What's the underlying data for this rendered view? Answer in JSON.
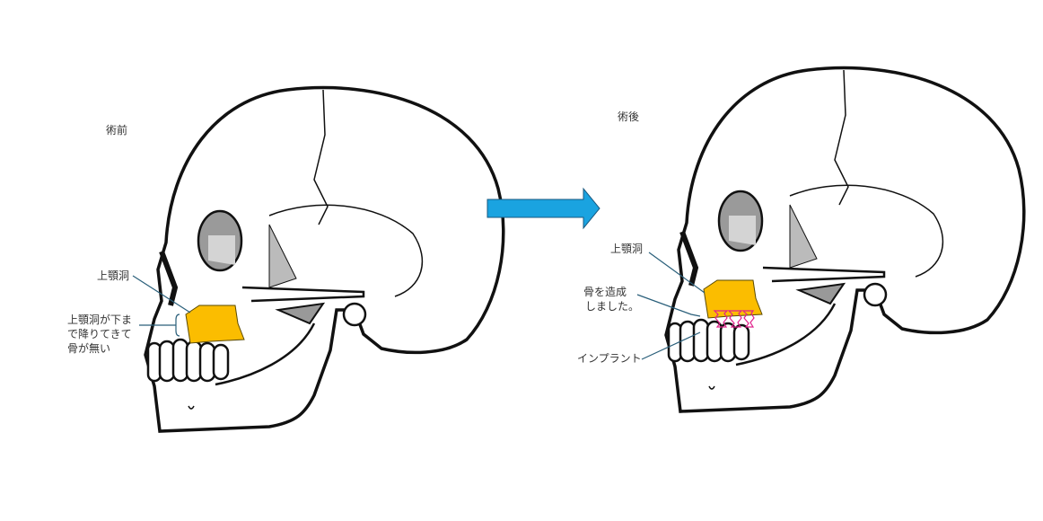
{
  "before": {
    "title": "術前",
    "sinus_label": "上顎洞",
    "note_label": "上顎洞が下まで降りてきて骨が無い"
  },
  "after": {
    "title": "術後",
    "sinus_label": "上顎洞",
    "bone_label_line1": "骨を造成",
    "bone_label_line2": "しました。",
    "implant_label": "インプラント"
  },
  "colors": {
    "sinus": "#fbbd00",
    "arrow": "#1aa3e0",
    "implant": "#e0208a",
    "leader": "#2a5f7a"
  }
}
